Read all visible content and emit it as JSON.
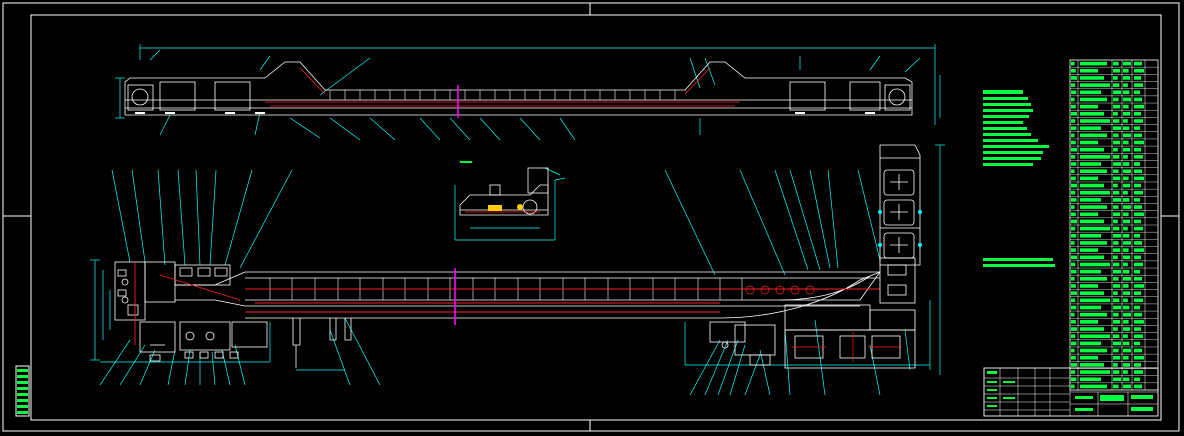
{
  "drawing": {
    "colors": {
      "background": "#000000",
      "frame": "#ffffff",
      "geometry": "#ffffff",
      "dimension": "#00ffff",
      "centerline": "#ff2020",
      "highlight": "#ff00ff",
      "accent": "#ffcc00",
      "notes": "#00ff40"
    },
    "views": [
      {
        "id": "top-plan-view",
        "kind": "conveyor-elevation"
      },
      {
        "id": "detail-view",
        "kind": "head-section"
      },
      {
        "id": "main-elevation-view",
        "kind": "conveyor-elevation"
      },
      {
        "id": "right-end-view",
        "kind": "end-view"
      }
    ],
    "notes_block": {
      "kind": "technical-requirements",
      "lines": 14
    },
    "parts_list": {
      "kind": "bill-of-materials",
      "rows": 46,
      "columns": 6
    },
    "title_block": {
      "kind": "title-block"
    }
  }
}
